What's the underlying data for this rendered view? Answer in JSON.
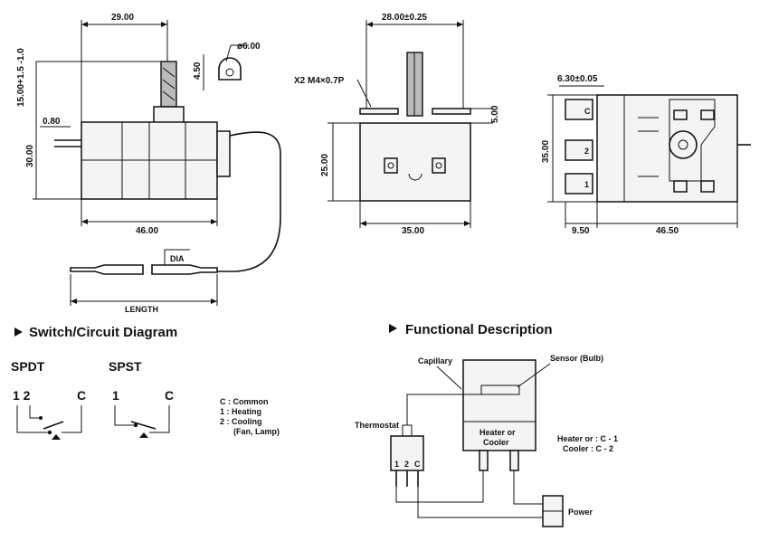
{
  "dimensions": {
    "front": {
      "width_top": "29.00",
      "shaft_dia": "ø6.00",
      "flat": "4.50",
      "height_shaft": "15.00+1.5 -1.0",
      "pin_offset": "0.80",
      "body_height": "30.00",
      "body_width": "46.00",
      "dia": "DIA",
      "length": "LENGTH"
    },
    "side": {
      "width_top": "28.00±0.25",
      "screw": "X2 M4×0.7P",
      "tab": "5.00",
      "height": "25.00",
      "width": "35.00"
    },
    "rear": {
      "terminal": "6.30±0.05",
      "height": "35.00",
      "left": "9.50",
      "width": "46.50",
      "terminal_labels": [
        "C",
        "2",
        "1"
      ]
    }
  },
  "switch_diagram": {
    "heading": "Switch/Circuit Diagram",
    "spdt": {
      "title": "SPDT",
      "pins_left": "1 2",
      "pin_right": "C"
    },
    "spst": {
      "title": "SPST",
      "pin_left": "1",
      "pin_right": "C"
    },
    "legend": [
      "C : Common",
      "1 : Heating",
      "2 : Cooling",
      "(Fan, Lamp)"
    ]
  },
  "functional": {
    "heading": "Functional Description",
    "capillary": "Capillary",
    "sensor": "Sensor (Bulb)",
    "thermostat": "Thermostat",
    "thermostat_pins": [
      "1",
      "2",
      "C"
    ],
    "unit": [
      "Heater or",
      "Cooler"
    ],
    "notes": [
      "Heater or : C - 1",
      "Cooler : C - 2"
    ],
    "power": "Power"
  },
  "colors": {
    "ink": "#111111",
    "body_fill": "#f4f4f4",
    "shaft_fill": "#bbbbbb"
  }
}
